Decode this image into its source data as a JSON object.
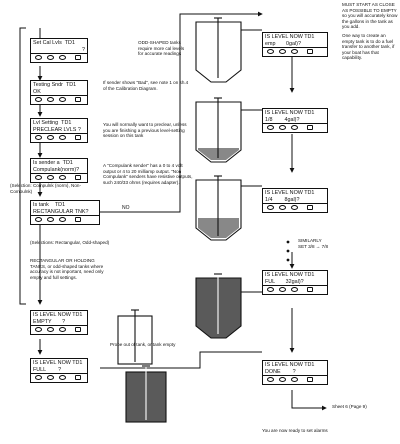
{
  "displays": {
    "set_cal": {
      "line1": "Set Cal Lvls",
      "line1b": "TD1",
      "line2": "?"
    },
    "testing": {
      "line1": "Testing Sndr",
      "line1b": "TD1",
      "line2": "OK"
    },
    "lvl_setting": {
      "line1": "Lvl Setting",
      "line1b": "TD1",
      "line2": "PRECLEAR LVLS",
      "line2b": "?"
    },
    "sender": {
      "line1": "Is sender a",
      "line1b": "TD1",
      "line2": "Compulank(norm)?"
    },
    "tank_rect": {
      "line1": "Is tank",
      "line1b": "TD1",
      "line2": "RECTANGULAR TNK?"
    },
    "empty": {
      "line1": "IS LEVEL NOW TD1",
      "line2": "EMPTY",
      "line2b": "?"
    },
    "full_left": {
      "line1": "IS LEVEL NOW TD1",
      "line2": "FULL",
      "line2b": "?"
    },
    "r_emp": {
      "line1": "IS LEVEL NOW TD1",
      "line2": "emp",
      "line2b": "0gal)?"
    },
    "r_18": {
      "line1": "IS LEVEL NOW TD1",
      "line2": "1/8",
      "line2b": "4gal)?"
    },
    "r_14": {
      "line1": "IS LEVEL NOW TD1",
      "line2": "1/4",
      "line2b": "8gal)?"
    },
    "r_ful": {
      "line1": "IS LEVEL NOW TD1",
      "line2": "FUL",
      "line2b": "32gal)?"
    },
    "r_done": {
      "line1": "IS LEVEL NOW TD1",
      "line2": "DONE",
      "line2b": "?"
    }
  },
  "notes": {
    "odd_shaped": "ODD-SHAPED tanks require more cal levels for accurate readings",
    "bad_sender": "If sender shows \"Bad\", see note 1 on sh.4 of the Calibration Diagram.",
    "preclear": "You will normally want to preclear, unless you are finishing a previous level-setting session on this tank",
    "compulank": "A \"Compulank sender\" has a 0 to 4 volt output or 4 to 20 milliamp output. \"Non Compulank\" senders have resistive outputs, such 240/33 ohms (requires adapter).",
    "selection_compu": "(Selection: Compulnk (norm), Non-Compulnk)",
    "selection_tank": "(Selections: Rectangular, Odd-shaped)",
    "rect_holding": "RECTANGULAR OR HOLDING TANKS, or odd-shaped tanks where accuracy is not important, need only empty and full settings.",
    "probe_out": "Probe out of tank, or tank empty",
    "no_label": "NO",
    "must_start": "MUST START AS CLOSE AS POSSIBLE TO EMPTY so you will accurately know the gallons in the tank as you add.",
    "one_way": "One way to create an empty tank is to do a fuel transfer to another tank, if your boat has that capability.",
    "similarly": "SIMILARLY",
    "set_range_a": "SET 3/8",
    "set_range_b": "7/8",
    "sheet_ref": "Sheet 6 (Page 9)",
    "ready": "You are now ready to set alarms"
  },
  "colors": {
    "ink": "#111111",
    "fluid": "#888888",
    "fluid_dark": "#5a5a5a"
  },
  "tank_levels": {
    "emp": 0.0,
    "one_eighth": 0.125,
    "one_quarter": 0.25,
    "full": 1.0
  }
}
